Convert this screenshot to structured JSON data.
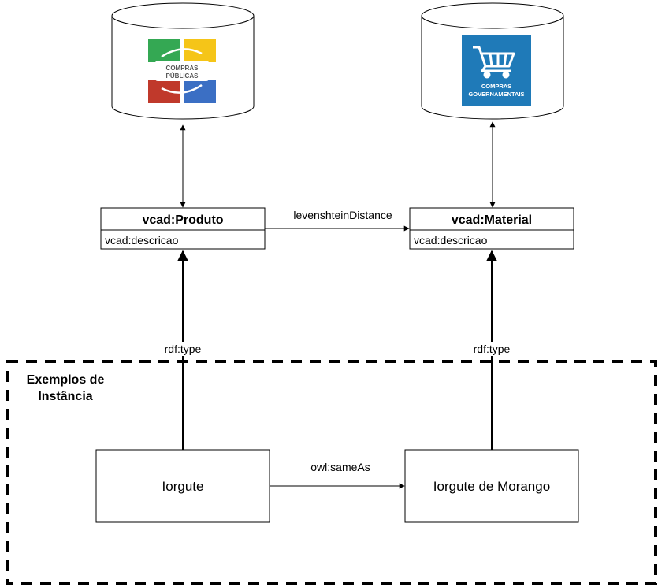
{
  "databases": [
    {
      "logo_line1": "COMPRAS",
      "logo_line2": "PÚBLICAS",
      "logo_colors": [
        "#34a853",
        "#f5c518",
        "#c0392b",
        "#3b6fc4"
      ]
    },
    {
      "logo_line1": "COMPRAS",
      "logo_line2": "GOVERNAMENTAIS",
      "logo_colors": [
        "#1f7ab8"
      ]
    }
  ],
  "classes": {
    "produto": {
      "title": "vcad:Produto",
      "attr": "vcad:descricao"
    },
    "material": {
      "title": "vcad:Material",
      "attr": "vcad:descricao"
    }
  },
  "edges": {
    "levenshtein": "levenshteinDistance",
    "type_left": "rdf:type",
    "type_right": "rdf:type",
    "same_as": "owl:sameAs"
  },
  "instance_group": {
    "title_line1": "Exemplos de",
    "title_line2": "Instância"
  },
  "instances": {
    "left": "Iorgute",
    "right": "Iorgute de Morango"
  }
}
